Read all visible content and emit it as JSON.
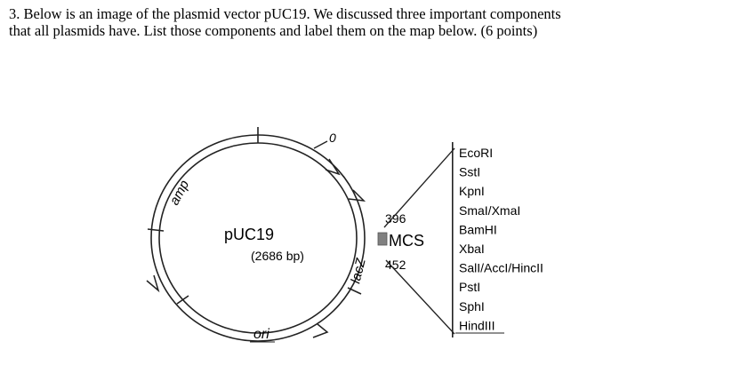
{
  "question": {
    "line1": "3. Below is an image of the plasmid vector pUC19.  We discussed three important components",
    "line2": "that all plasmids have. List those components and label them on the map below. (6 points)"
  },
  "plasmid": {
    "name": "pUC19",
    "size": "(2686 bp)",
    "origin_marker": "0",
    "genes": {
      "amp": "amp",
      "ori": "ori",
      "lacz": "lacZ"
    },
    "mcs": {
      "label": "MCS",
      "start": "396",
      "end": "452"
    },
    "sites": [
      "EcoRI",
      "SstI",
      "KpnI",
      "SmaI/XmaI",
      "BamHI",
      "XbaI",
      "SalI/AccI/HincII",
      "PstI",
      "SphI",
      "HindIII"
    ]
  }
}
